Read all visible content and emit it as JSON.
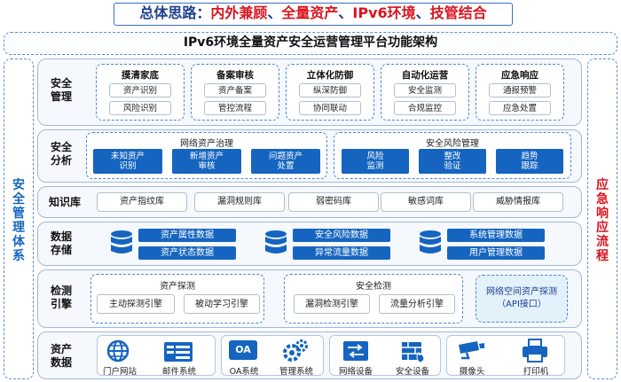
{
  "header": {
    "prefix": "总体思路：",
    "parts": [
      "内外兼顾",
      "、",
      "全量资产",
      "、",
      "IPv6环境",
      "、",
      "技管结合"
    ]
  },
  "main_title": "IPv6环境全量资产安全运营管理平台功能架构",
  "left_side": "安全管理体系",
  "right_side": "应急响应流程",
  "rows": {
    "security_mgmt": {
      "label": "安全\n管理",
      "groups": [
        {
          "title": "摸清家底",
          "items": [
            "资产识别",
            "风险识别"
          ]
        },
        {
          "title": "备案审核",
          "items": [
            "资产备案",
            "管控流程"
          ]
        },
        {
          "title": "立体化防御",
          "items": [
            "纵深防御",
            "协同联动"
          ]
        },
        {
          "title": "自动化运营",
          "items": [
            "安全监测",
            "合规监控"
          ]
        },
        {
          "title": "应急响应",
          "items": [
            "通报预警",
            "应急处置"
          ]
        }
      ]
    },
    "security_analysis": {
      "label": "安全\n分析",
      "groups": [
        {
          "title": "网络资产治理",
          "items": [
            "未知资产\n识别",
            "新增资产\n审核",
            "问题资产\n处置"
          ]
        },
        {
          "title": "安全风险管理",
          "items": [
            "风险\n监测",
            "整改\n验证",
            "趋势\n跟踪"
          ]
        }
      ]
    },
    "knowledge": {
      "label": "知识库",
      "items": [
        "资产指纹库",
        "漏洞规则库",
        "弱密码库",
        "敏感词库",
        "威胁情报库"
      ]
    },
    "data_storage": {
      "label": "数据\n存储",
      "items": [
        "资产属性数据",
        "资产状态数据",
        "安全风险数据",
        "异常流量数据",
        "系统管理数据",
        "用户管理数据"
      ]
    },
    "engine": {
      "label": "检测\n引擎",
      "groups": [
        {
          "title": "资产探测",
          "items": [
            "主动探测引擎",
            "被动学习引擎"
          ]
        },
        {
          "title": "安全检测",
          "items": [
            "漏洞检测引擎",
            "流量分析引擎"
          ]
        }
      ],
      "api": "网络空间资产探测\n（API接口）"
    },
    "asset_data": {
      "label": "资产\n数据",
      "items": [
        "门户网站",
        "邮件系统",
        "OA系统",
        "管理系统",
        "网络设备",
        "安全设备",
        "摄像头",
        "打印机"
      ],
      "oa_icon_text": "OA"
    }
  },
  "colors": {
    "accent": "#1565c0",
    "red": "#d9141e",
    "navy": "#1d3f8f",
    "dashed": "#4f86d0"
  }
}
